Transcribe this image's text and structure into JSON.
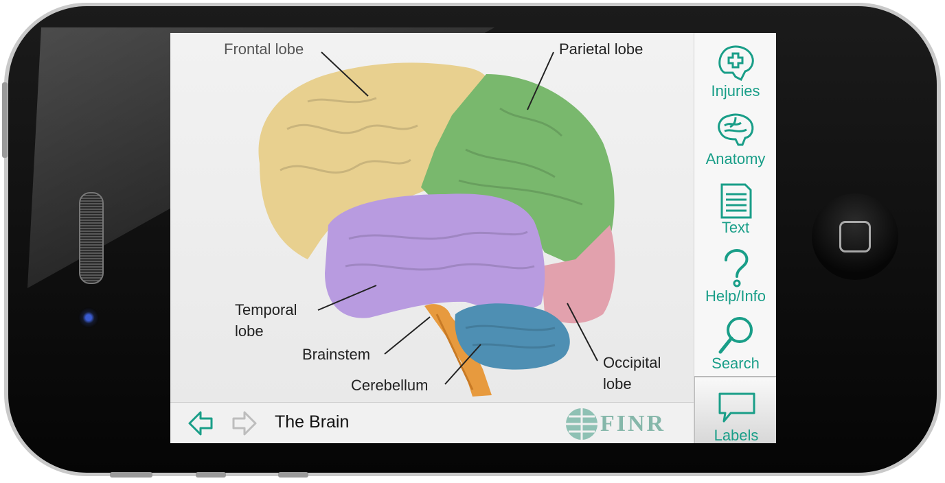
{
  "app": {
    "page_title": "The Brain",
    "logo_text": "FINR"
  },
  "labels": {
    "frontal": "Frontal lobe",
    "parietal": "Parietal lobe",
    "temporal_1": "Temporal",
    "temporal_2": "lobe",
    "brainstem": "Brainstem",
    "cerebellum": "Cerebellum",
    "occipital_1": "Occipital",
    "occipital_2": "lobe"
  },
  "sidebar": {
    "items": [
      {
        "label": "Injuries",
        "icon": "head-plus-icon"
      },
      {
        "label": "Anatomy",
        "icon": "brain-icon"
      },
      {
        "label": "Text",
        "icon": "document-icon"
      },
      {
        "label": "Help/Info",
        "icon": "question-icon"
      },
      {
        "label": "Search",
        "icon": "magnifier-icon"
      },
      {
        "label": "Labels",
        "icon": "speech-bubble-icon",
        "selected": true
      }
    ]
  },
  "colors": {
    "accent": "#199e88",
    "frontal": "#e8d08f",
    "parietal": "#79b86d",
    "temporal": "#b89be0",
    "occipital": "#e2a1ad",
    "cerebellum": "#4e8fb3",
    "brainstem": "#e79a3e"
  }
}
